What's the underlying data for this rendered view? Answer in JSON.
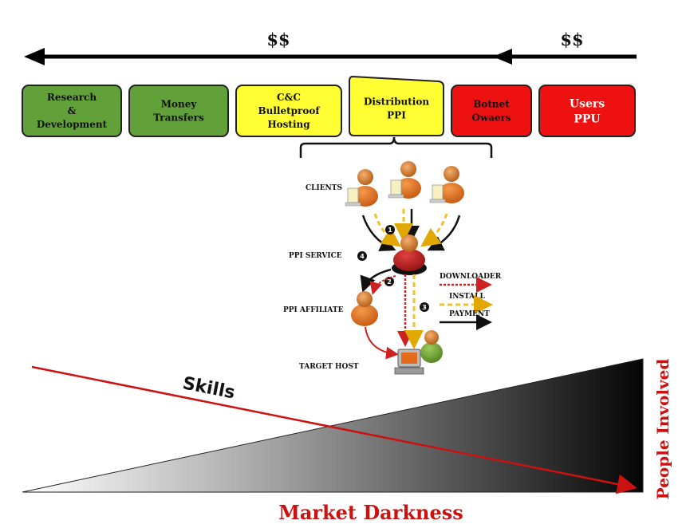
{
  "flow": {
    "dollar_left": "$$",
    "dollar_right": "$$"
  },
  "stages": [
    {
      "lines": [
        "Research",
        "&",
        "Development"
      ],
      "color": "#62a03a",
      "text_color": "#111111"
    },
    {
      "lines": [
        "Money",
        "Transfers"
      ],
      "color": "#62a03a",
      "text_color": "#111111"
    },
    {
      "lines": [
        "C&C",
        "Bulletproof",
        "Hosting"
      ],
      "color": "#ffff33",
      "text_color": "#111111"
    },
    {
      "lines": [
        "Distribution",
        "PPI"
      ],
      "color": "#ffff33",
      "text_color": "#111111"
    },
    {
      "lines": [
        "Botnet",
        "Owaers"
      ],
      "color": "#ee1111",
      "text_color": "#111111"
    },
    {
      "lines": [
        "Users",
        "PPU"
      ],
      "color": "#ee1111",
      "text_color": "#ffffff"
    }
  ],
  "ppi": {
    "clients_label": "CLIENTS",
    "service_label": "PPI SERVICE",
    "affiliate_label": "PPI AFFILIATE",
    "target_label": "TARGET HOST",
    "steps": [
      "1",
      "2",
      "3",
      "4"
    ],
    "legend": {
      "downloader": "DOWNLOADER",
      "install": "INSTALL",
      "payment": "PAYMENT"
    },
    "colors": {
      "downloader": "#cc2222",
      "install": "#f2c12e",
      "payment": "#111111"
    }
  },
  "bottom": {
    "skills_label": "Skills",
    "people_label": "People Involved",
    "market_label": "Market Darkness",
    "accent_color": "#cc1111"
  }
}
